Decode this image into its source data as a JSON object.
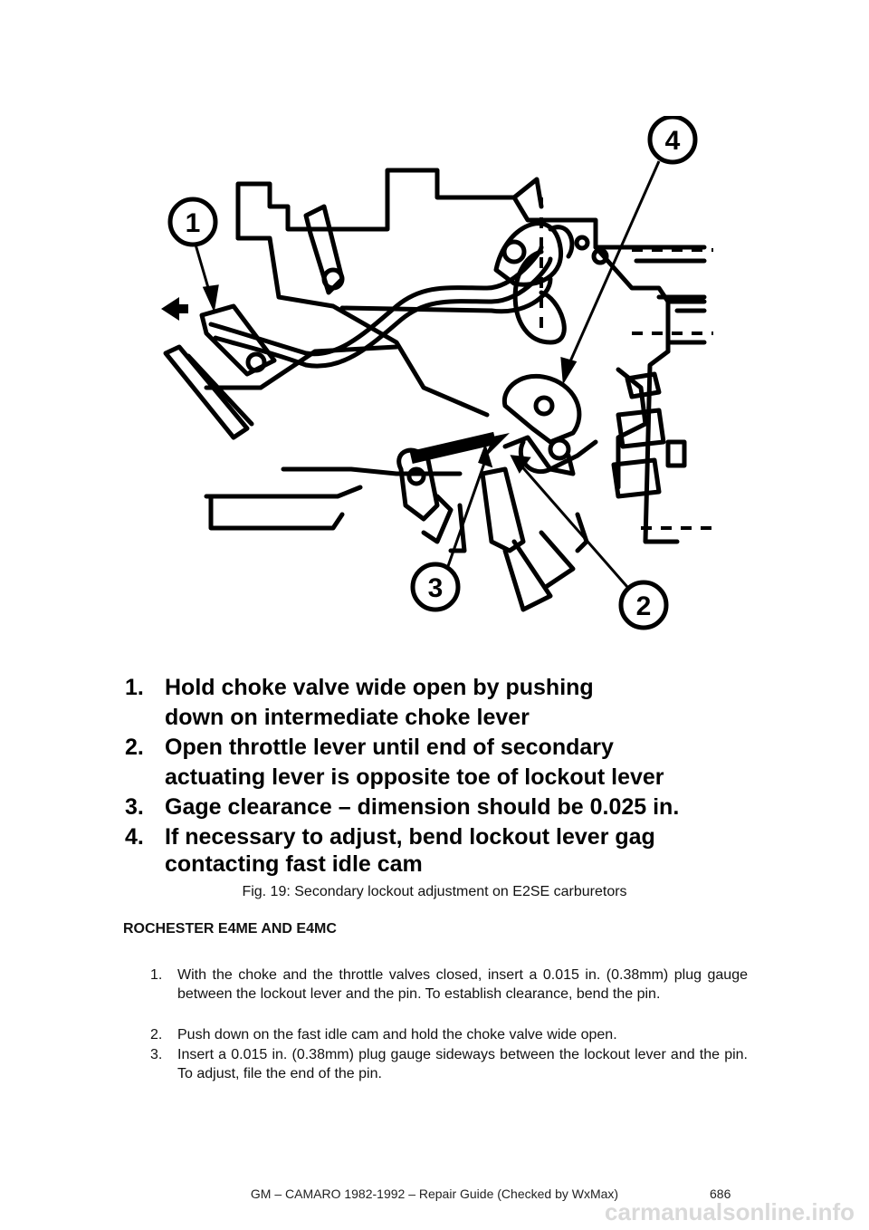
{
  "figure": {
    "callouts": [
      "1",
      "2",
      "3",
      "4"
    ],
    "instructions": [
      {
        "num": "1.",
        "lines": [
          "Hold choke valve wide open by pushing",
          "down on intermediate choke lever"
        ]
      },
      {
        "num": "2.",
        "lines": [
          "Open throttle lever until end of secondary",
          "actuating lever is opposite toe of lockout lever"
        ]
      },
      {
        "num": "3.",
        "lines": [
          "Gage clearance – dimension should be 0.025 in."
        ]
      },
      {
        "num": "4.",
        "lines": [
          "If necessary to adjust, bend lockout lever gag",
          "contacting fast idle cam"
        ]
      }
    ],
    "caption": "Fig. 19: Secondary lockout adjustment on E2SE carburetors"
  },
  "section": {
    "heading": "ROCHESTER E4ME AND E4MC",
    "steps": [
      {
        "num": "1.",
        "text": "With the choke and the throttle valves closed, insert a 0.015 in. (0.38mm) plug gauge between the lockout lever and the pin. To establish clearance, bend the pin."
      },
      {
        "num": "2.",
        "text": "Push down on the fast idle cam and hold the choke valve wide open."
      },
      {
        "num": "3.",
        "text": "Insert a 0.015 in. (0.38mm) plug gauge sideways between the lockout lever and the pin. To adjust, file the end of the pin."
      }
    ]
  },
  "footer": {
    "text": "GM – CAMARO 1982-1992 – Repair Guide (Checked by WxMax)",
    "page": "686"
  },
  "watermark": "carmanualsonline.info"
}
